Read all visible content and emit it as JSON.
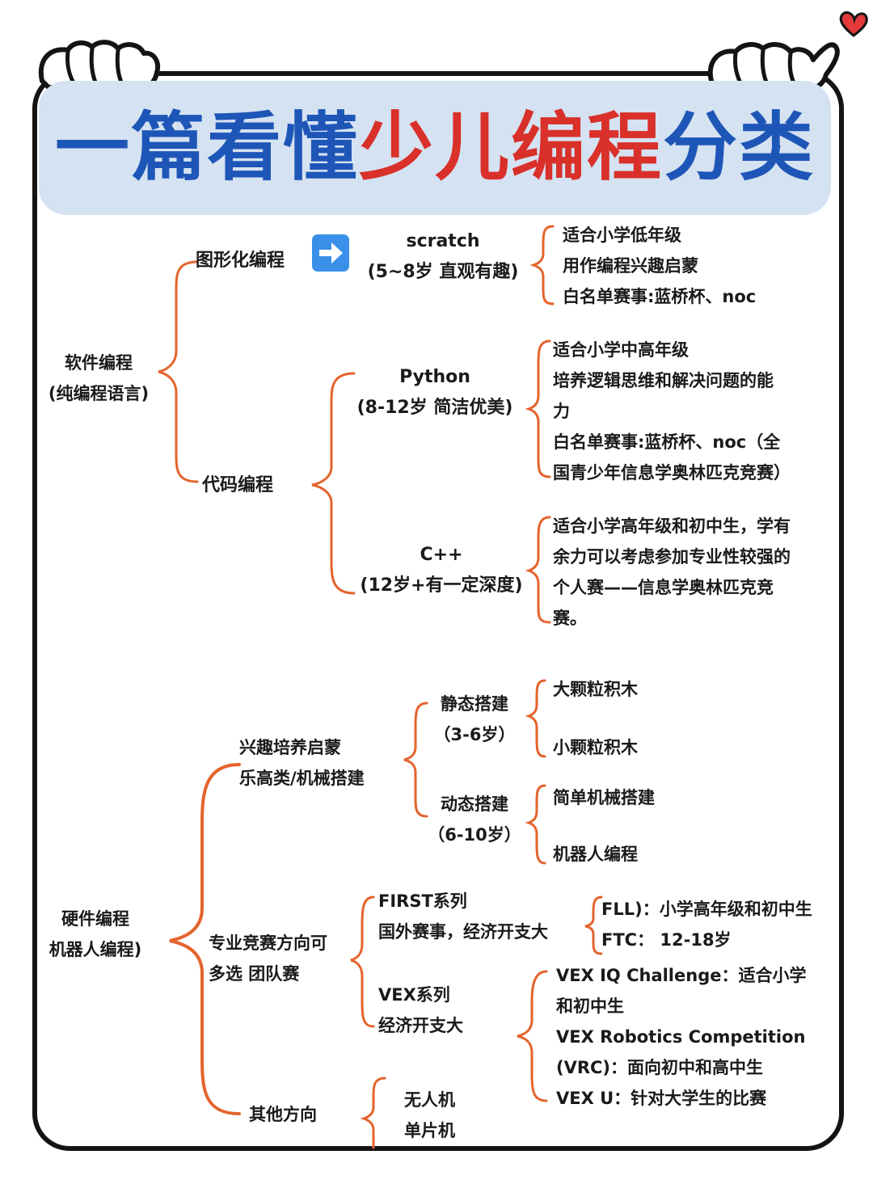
{
  "title": {
    "part1": "一篇看懂",
    "part2": "少儿编程",
    "part3": "分类"
  },
  "colors": {
    "title_blue": "#1e56b8",
    "title_red": "#d9302a",
    "branch": "#e4642d",
    "banner": "#d5e2f1"
  },
  "icons": {
    "arrow": "right-arrow-icon",
    "heart": "heart-icon"
  },
  "software": {
    "root": [
      "软件编程",
      "(纯编程语言)"
    ],
    "graphical": "图形化编程",
    "scratch": [
      "scratch",
      "(5~8岁 直观有趣)"
    ],
    "scratch_notes": [
      "适合小学低年级",
      "用作编程兴趣启蒙",
      "白名单赛事:蓝桥杯、noc"
    ],
    "code": "代码编程",
    "python": [
      "Python",
      "(8-12岁 简洁优美)"
    ],
    "python_notes": [
      "适合小学中高年级",
      "培养逻辑思维和解决问题的能",
      "力",
      "白名单赛事:蓝桥杯、noc（全",
      "国青少年信息学奥林匹克竞赛）"
    ],
    "cpp": [
      "C++",
      "(12岁+有一定深度)"
    ],
    "cpp_notes": [
      "适合小学高年级和初中生，学有",
      "余力可以考虑参加专业性较强的",
      "个人赛——信息学奥林匹克竞",
      "赛。"
    ]
  },
  "hardware": {
    "root": [
      "硬件编程",
      "机器人编程)"
    ],
    "interest": [
      "兴趣培养启蒙",
      "乐高类/机械搭建"
    ],
    "static": [
      "静态搭建",
      "（3-6岁）"
    ],
    "static_items": [
      "大颗粒积木",
      "小颗粒积木"
    ],
    "dynamic": [
      "动态搭建",
      "（6-10岁）"
    ],
    "dynamic_items": [
      "简单机械搭建",
      "机器人编程"
    ],
    "competition": [
      "专业竞赛方向可",
      "多选 团队赛"
    ],
    "first": [
      "FIRST系列",
      "国外赛事，经济开支大"
    ],
    "first_items": [
      "FLL)：小学高年级和初中生",
      "FTC： 12-18岁"
    ],
    "vex": [
      "VEX系列",
      "经济开支大"
    ],
    "vex_items": [
      "VEX IQ Challenge：适合小学",
      "和初中生",
      "VEX Robotics Competition",
      "(VRC)：面向初中和高中生",
      "VEX U：针对大学生的比赛"
    ],
    "other": "其他方向",
    "other_items": [
      "无人机",
      "单片机"
    ]
  }
}
